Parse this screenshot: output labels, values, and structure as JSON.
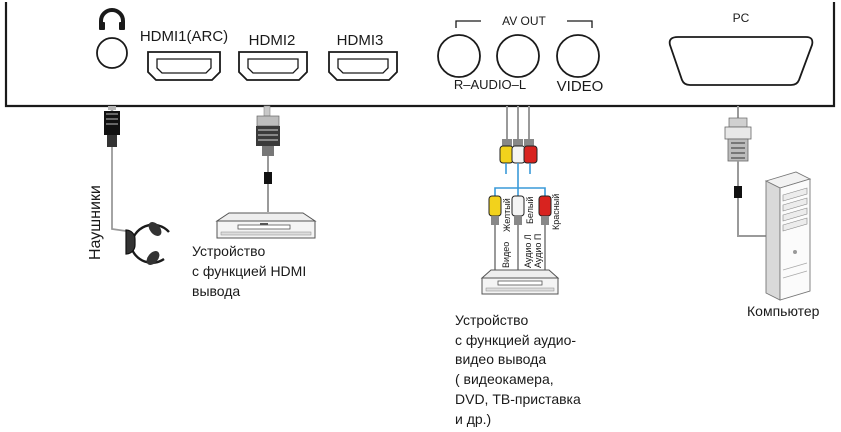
{
  "panel": {
    "headphone_symbol": "headphone-icon",
    "ports": {
      "hdmi1": "HDMI1(ARC)",
      "hdmi2": "HDMI2",
      "hdmi3": "HDMI3",
      "av_out": "AV OUT",
      "audio": "R–AUDIO–L",
      "video": "VIDEO",
      "pc": "PC"
    }
  },
  "devices": {
    "headphones": "Наушники",
    "hdmi_device": [
      "Устройство",
      "с функцией HDMI",
      "вывода"
    ],
    "av_device": [
      "Устройство",
      "с функцией аудио-",
      "видео вывода",
      "( видеокамера,",
      "DVD, ТВ-приставка",
      "и др.)"
    ],
    "computer": "Компьютер"
  },
  "av_cable_labels": {
    "video": "Видео",
    "yellow": "Желтый",
    "audio_left": "Аудио Л",
    "white": "Белый",
    "audio_right": "Аудио П",
    "red": "Красный"
  },
  "colors": {
    "line": "#1a1a1a",
    "cable": "#9a9a9a",
    "cable_blue": "#3a9ad9",
    "yellow": "#f2d21c",
    "white": "#f4f4f4",
    "red": "#d8231f"
  }
}
